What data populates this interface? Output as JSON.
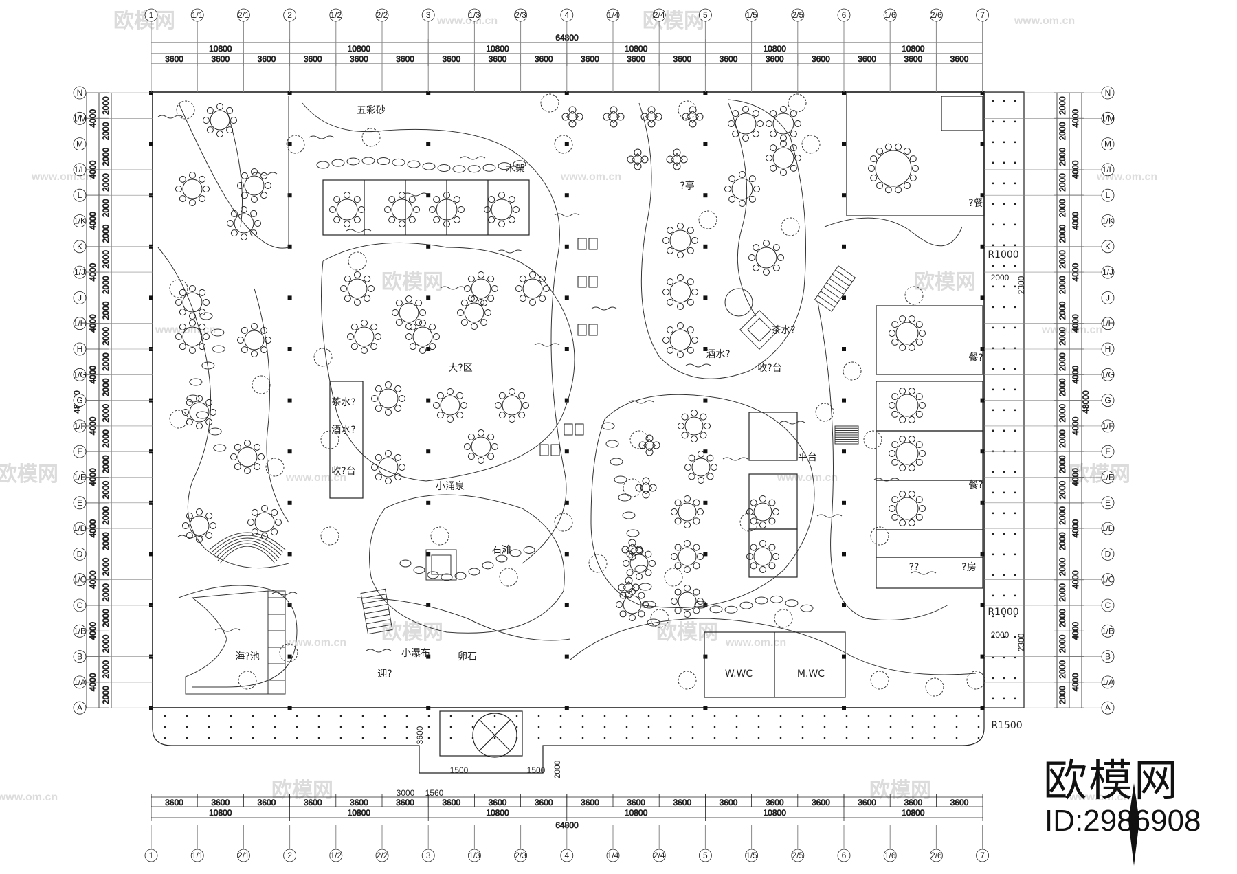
{
  "watermark": {
    "text": "欧模网",
    "url": "www.om.cn",
    "url_short": "om.cn"
  },
  "brand": {
    "name": "欧模网",
    "id": "ID:2986908"
  },
  "dimensions": {
    "total_width": "64800",
    "total_height": "48000",
    "group_spans": [
      "10800",
      "10800",
      "10800",
      "10800",
      "10800",
      "10800"
    ],
    "bay": "3600",
    "row_small": "2000",
    "row_big": "4000",
    "gap": "2000",
    "side": "2300",
    "entry_3600": "3600",
    "entry_1500": "1500",
    "entry_2000": "2000",
    "entry_3000": "3000",
    "entry_1560": "1560"
  },
  "grid": {
    "columns": [
      "1",
      "1/1",
      "2/1",
      "2",
      "1/2",
      "2/2",
      "3",
      "1/3",
      "2/3",
      "4",
      "1/4",
      "2/4",
      "5",
      "1/5",
      "2/5",
      "6",
      "1/6",
      "2/6",
      "7"
    ],
    "rows": [
      "N",
      "1/M",
      "M",
      "1/L",
      "L",
      "1/K",
      "K",
      "1/J",
      "J",
      "1/H",
      "H",
      "1/G",
      "G",
      "1/F",
      "F",
      "1/E",
      "E",
      "1/D",
      "D",
      "1/C",
      "C",
      "1/B",
      "B",
      "1/A",
      "A"
    ]
  },
  "labels": {
    "hall": "大?区",
    "five_sand": "五彩砂",
    "wood_frame": "木架",
    "tea_bar": "茶水?",
    "tea_bar2": "茶水?",
    "wine_bar": "酒水?",
    "wine_bar2": "酒水?",
    "cashier": "收?台",
    "cashier2": "收?台",
    "spring": "小涌泉",
    "stone_beach": "石滩",
    "small_fall": "小瀑布",
    "stone_egg": "卵石",
    "sea_pool": "海?池",
    "welcome": "迎?",
    "platform": "平台",
    "wwc": "W.WC",
    "mwc": "M.WC",
    "meal": "?餐",
    "meal2": "餐?",
    "meal3": "餐?",
    "room": "??",
    "room2": "?房",
    "pavilion": "?亭",
    "r1000a": "R1000",
    "r1000b": "R1000",
    "r1500": "R1500"
  }
}
